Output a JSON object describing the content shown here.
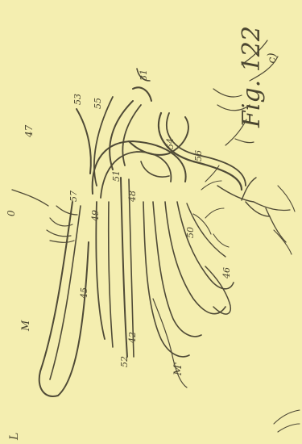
{
  "figure": {
    "title": "Fig. 122",
    "subtitle": "c)",
    "labels": {
      "l47": "47",
      "l0": "0",
      "l53": "53",
      "l55": "55",
      "l31": "31",
      "lM": "M",
      "l52": "52",
      "l49": "49",
      "l51": "51",
      "l48": "48",
      "l57": "57",
      "l54": "54",
      "l56": "56",
      "l50": "50",
      "l45": "45",
      "l46": "46",
      "l42": "42",
      "lM2": "M'",
      "lL": "L"
    }
  },
  "colors": {
    "paper": "#f4eeb0",
    "ink": "#4f4a36"
  }
}
